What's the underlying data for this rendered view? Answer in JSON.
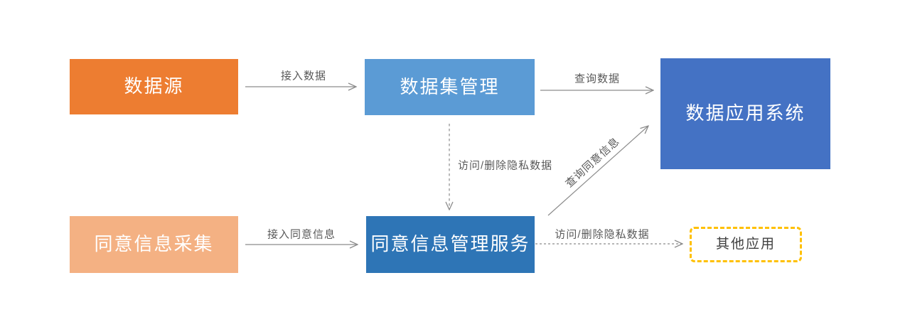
{
  "diagram": {
    "title": "data-privacy-consent-architecture",
    "colors": {
      "background": "#FFFFFF",
      "line": "#8C8C8C",
      "edge_label": "#595959",
      "orange": "#ED7D31",
      "light_orange": "#F4B183",
      "light_blue": "#5B9BD5",
      "medium_blue": "#2E75B6",
      "dark_blue": "#4472C4",
      "yellow": "#FFC000"
    },
    "nodes": [
      {
        "id": "data-source",
        "label": "数据源",
        "fill": "#ED7D31",
        "text_color": "#FFFFFF",
        "shape": "rect"
      },
      {
        "id": "dataset-management",
        "label": "数据集管理",
        "fill": "#5B9BD5",
        "text_color": "#FFFFFF",
        "shape": "rect"
      },
      {
        "id": "data-application-system",
        "label": "数据应用系统",
        "fill": "#4472C4",
        "text_color": "#FFFFFF",
        "shape": "rect"
      },
      {
        "id": "consent-info-collection",
        "label": "同意信息采集",
        "fill": "#F4B183",
        "text_color": "#FFFFFF",
        "shape": "rect"
      },
      {
        "id": "consent-info-management-service",
        "label": "同意信息管理服务",
        "fill": "#2E75B6",
        "text_color": "#FFFFFF",
        "shape": "rect"
      },
      {
        "id": "other-applications",
        "label": "其他应用",
        "fill": "#FFFFFF",
        "border_color": "#FFC000",
        "text_color": "#404040",
        "shape": "dashed-rounded-rect"
      }
    ],
    "edges": [
      {
        "id": "ingest-data",
        "label": "接入数据",
        "from": "data-source",
        "to": "dataset-management",
        "line": "solid"
      },
      {
        "id": "query-data",
        "label": "查询数据",
        "from": "dataset-management",
        "to": "data-application-system",
        "line": "solid"
      },
      {
        "id": "access-delete-private",
        "label": "访问/删除隐私数据",
        "from": "dataset-management",
        "to": "consent-info-management-service",
        "line": "dashed"
      },
      {
        "id": "ingest-consent",
        "label": "接入同意信息",
        "from": "consent-info-collection",
        "to": "consent-info-management-service",
        "line": "solid"
      },
      {
        "id": "query-consent",
        "label": "查询同意信息",
        "from": "consent-info-management-service",
        "to": "data-application-system",
        "line": "solid"
      },
      {
        "id": "access-delete-private-2",
        "label": "访问/删除隐私数据",
        "from": "consent-info-management-service",
        "to": "other-applications",
        "line": "dashed"
      }
    ]
  }
}
